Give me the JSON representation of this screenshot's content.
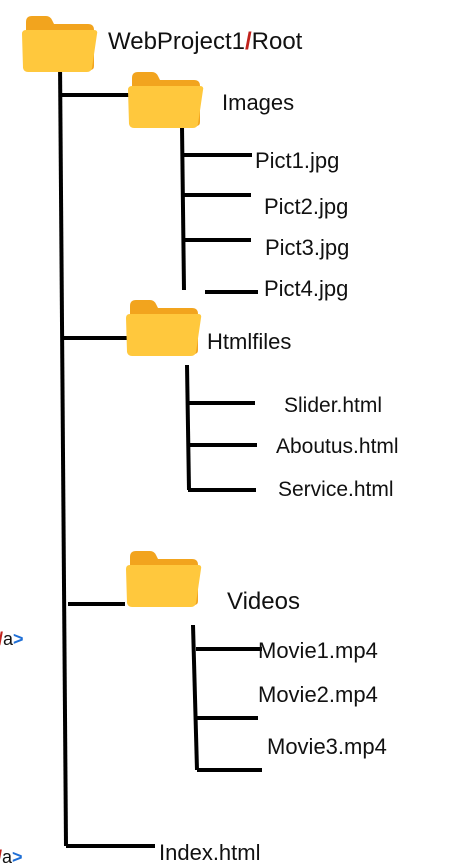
{
  "root": {
    "name": "WebProject1",
    "separator": "/",
    "suffix": "Root"
  },
  "folders": [
    {
      "name": "Images",
      "files": [
        "Pict1.jpg",
        "Pict2.jpg",
        "Pict3.jpg",
        "Pict4.jpg"
      ]
    },
    {
      "name": "Htmlfiles",
      "files": [
        "Slider.html",
        "Aboutus.html",
        "Service.html"
      ]
    },
    {
      "name": "Videos",
      "files": [
        "Movie1.mp4",
        "Movie2.mp4",
        "Movie3.mp4"
      ]
    }
  ],
  "root_file": "Index.html",
  "edge_fragments": [
    {
      "slash": "/",
      "text": "a",
      "gt": ">"
    },
    {
      "slash": "/",
      "text": "a",
      "gt": ">"
    }
  ],
  "colors": {
    "line": "#000000",
    "folder_front": "#FFC83D",
    "folder_back": "#F2A41E",
    "slash": "#C0221C",
    "bracket": "#1F6FD6"
  },
  "icons": {
    "folder": "folder-icon"
  }
}
